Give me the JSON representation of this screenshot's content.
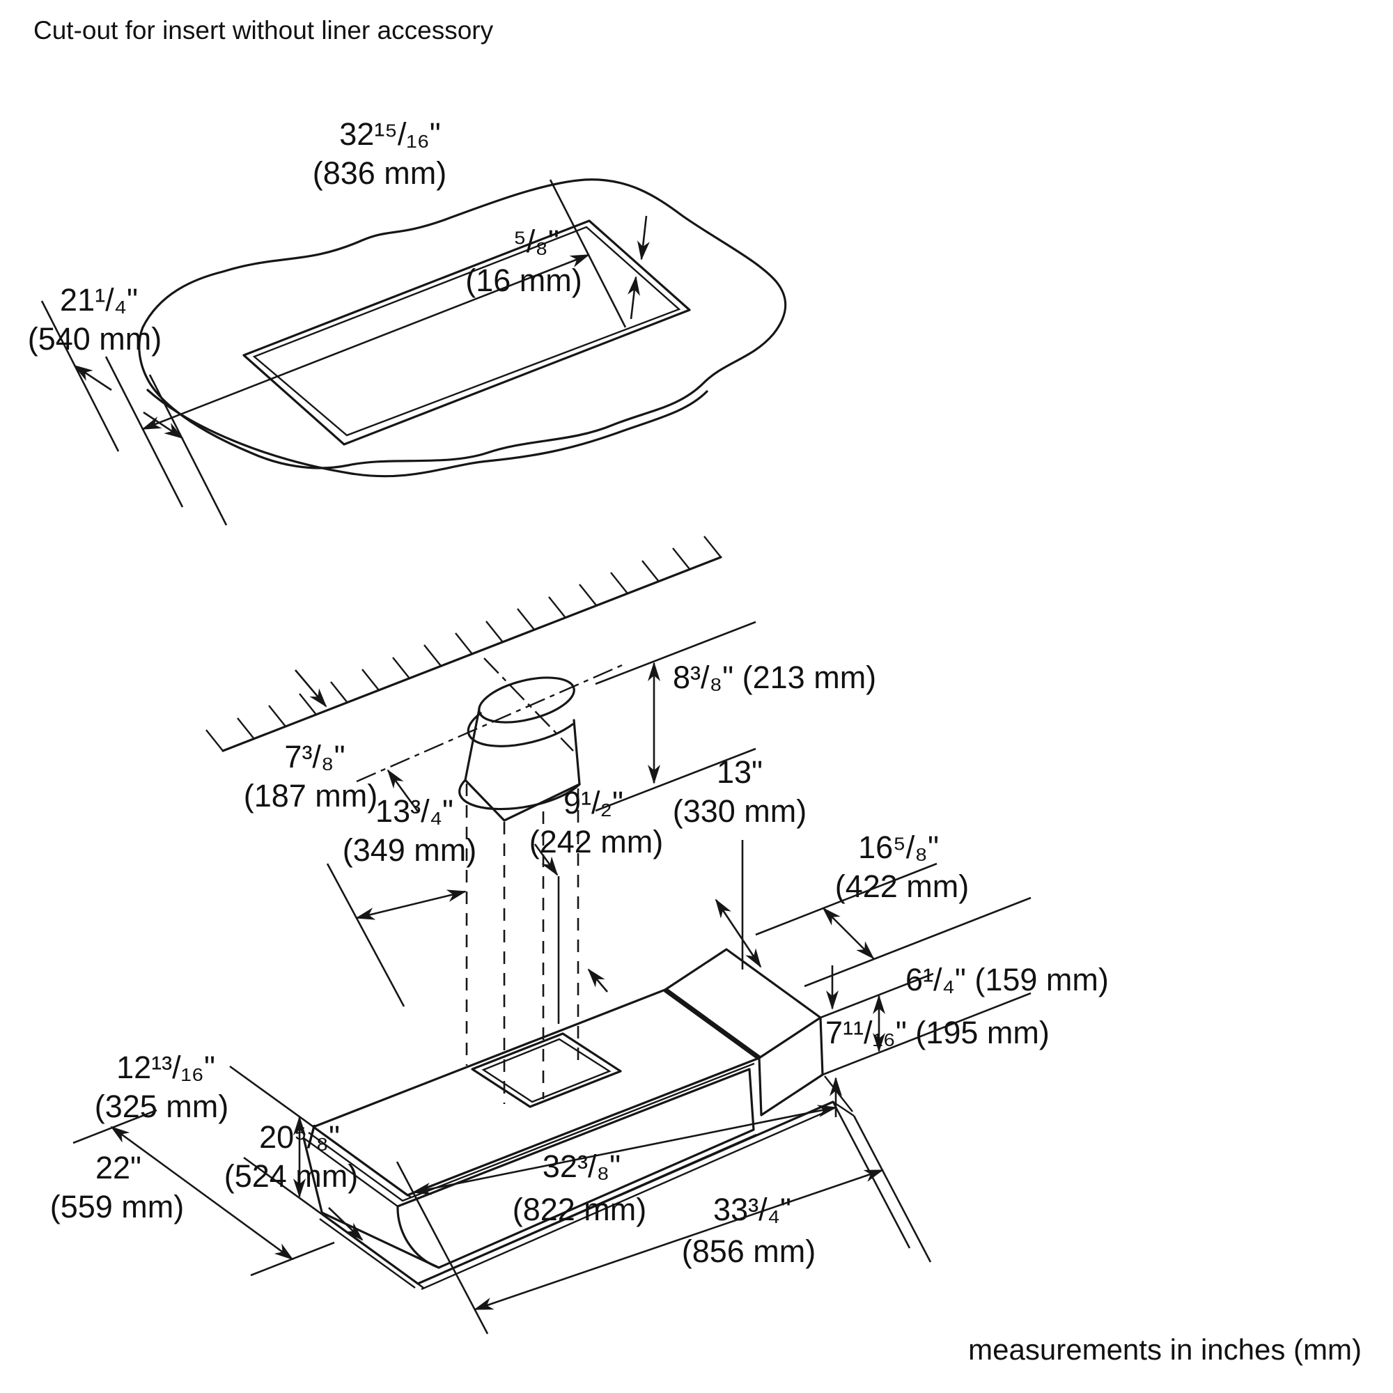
{
  "title": "Cut-out for insert without liner accessory",
  "footer": "measurements in inches (mm)",
  "cutout": {
    "width_in": "32¹⁵/₁₆\"",
    "width_mm": "(836 mm)",
    "rim_in": "⁵/₈\"",
    "rim_mm": "(16 mm)",
    "depth_in": "21¹/₄\"",
    "depth_mm": "(540 mm)"
  },
  "hood": {
    "duct_offset_in": "7³/₈\"",
    "duct_offset_mm": "(187 mm)",
    "duct_height": "8³/₈\" (213 mm)",
    "vent_offset_in": "13³/₄\"",
    "vent_offset_mm": "(349 mm)",
    "vent_width_in": "9¹/₂\"",
    "vent_width_mm": "(242 mm)",
    "slope_in": "13\"",
    "slope_mm": "(330 mm)",
    "top_depth_in": "16⁵/₈\"",
    "top_depth_mm": "(422 mm)",
    "rear_height": "6¹/₄\" (159 mm)",
    "bottom_height": "7¹¹/₁₆\" (195 mm)",
    "front_height_in": "12¹³/₁₆\"",
    "front_height_mm": "(325 mm)",
    "depth_inner_in": "20⁵/₈\"",
    "depth_inner_mm": "(524 mm)",
    "depth_outer_in": "22\"",
    "depth_outer_mm": "(559 mm)",
    "width_inner_in": "32³/₈\"",
    "width_inner_mm": "(822 mm)",
    "width_outer_in": "33³/₄\"",
    "width_outer_mm": "(856 mm)"
  }
}
